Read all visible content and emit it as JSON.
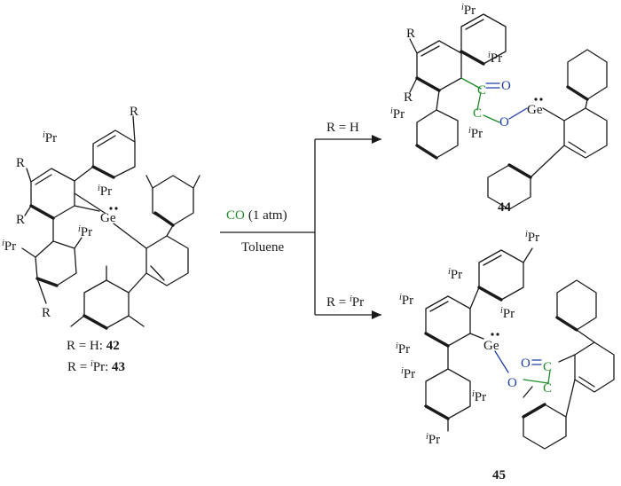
{
  "colors": {
    "carbon_green": "#1f8a2a",
    "oxygen_blue": "#1f3fa8",
    "ink": "#1a1a1a"
  },
  "reagent": {
    "co": "CO",
    "pressure": "(1 atm)",
    "solvent": "Toluene"
  },
  "conditions": {
    "upper": {
      "prefix": "R = ",
      "value": "H"
    },
    "lower": {
      "prefix": "R = ",
      "sup": "i",
      "value": "Pr"
    }
  },
  "compound_labels": {
    "c42_prefix": "R = H: ",
    "c42": "42",
    "c43_prefix": "R = ",
    "c43_sup": "i",
    "c43_mid": "Pr: ",
    "c43": "43",
    "c44": "44",
    "c45": "45"
  },
  "atoms": {
    "ge": "Ge",
    "o": "O",
    "c": "C",
    "r": "R",
    "ipr_sup": "i",
    "ipr": "Pr"
  }
}
